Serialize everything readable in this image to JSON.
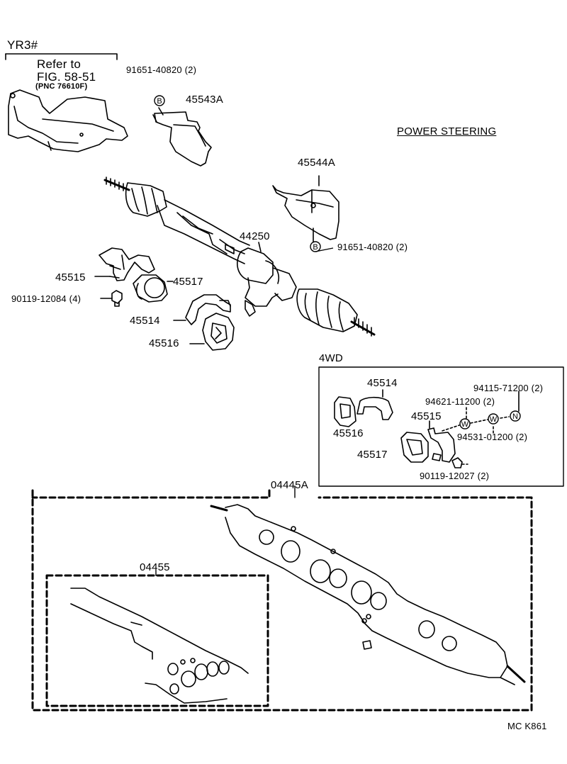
{
  "variant_yr3": "YR3#",
  "refer": {
    "line1": "Refer to",
    "line2": "FIG. 58-51",
    "line3": "(PNC 76610F)"
  },
  "title": "POWER STEERING",
  "parts": {
    "p91651_top": "91651-40820 (2)",
    "p45543A": "45543A",
    "p45544A": "45544A",
    "p44250": "44250",
    "p91651_right": "91651-40820 (2)",
    "p45515": "45515",
    "p45517": "45517",
    "p90119_12084": "90119-12084 (4)",
    "p45514": "45514",
    "p45516": "45516",
    "p04445A": "04445A",
    "p04455": "04455"
  },
  "fwd": {
    "title": "4WD",
    "p45514": "45514",
    "p45516": "45516",
    "p94115": "94115-71200 (2)",
    "p94621": "94621-11200 (2)",
    "p45515": "45515",
    "p94531": "94531-01200 (2)",
    "p45517": "45517",
    "p90119": "90119-12027 (2)"
  },
  "badges": {
    "b": "B",
    "w": "W",
    "n": "N"
  },
  "footer": "MC  K861",
  "icons": [
    "bolt-b-badge-icon",
    "washer-w-badge-icon",
    "nut-n-badge-icon"
  ]
}
